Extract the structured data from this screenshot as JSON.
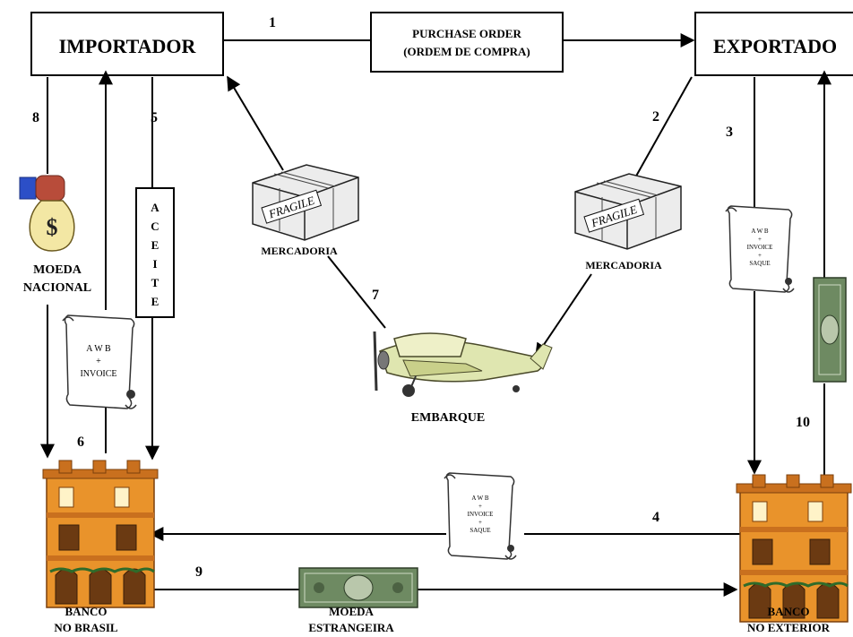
{
  "nodes": {
    "importador": {
      "label": "IMPORTADOR"
    },
    "exportador": {
      "label": "EXPORTADO"
    },
    "purchase_order": {
      "line1": "PURCHASE ORDER",
      "line2": "(ORDEM DE COMPRA)"
    },
    "aceite": {
      "letters": [
        "A",
        "C",
        "E",
        "I",
        "T",
        "E"
      ]
    },
    "banco_brasil": {
      "line1": "BANCO",
      "line2": "NO BRASIL"
    },
    "banco_exterior": {
      "line1": "BANCO",
      "line2": "NO EXTERIOR"
    }
  },
  "labels": {
    "moeda_nacional": {
      "line1": "MOEDA",
      "line2": "NACIONAL"
    },
    "moeda_estrangeira": {
      "line1": "MOEDA",
      "line2": "ESTRANGEIRA"
    },
    "mercadoria_left": "MERCADORIA",
    "mercadoria_right": "MERCADORIA",
    "embarque": "EMBARQUE",
    "fragile": "FRAGILE"
  },
  "documents": {
    "doc_left": [
      "A W B",
      "+",
      "INVOICE"
    ],
    "doc_right": [
      "A W B",
      "+",
      "INVOICE",
      "+",
      "SAQUE"
    ],
    "doc_center": [
      "A W B",
      "+",
      "INVOICE",
      "+",
      "SAQUE"
    ]
  },
  "steps": [
    "1",
    "2",
    "3",
    "4",
    "5",
    "6",
    "7",
    "8",
    "9",
    "10"
  ],
  "colors": {
    "line": "#000000",
    "building": "#e9932b",
    "roof": "#c9701e",
    "money_green": "#6e8a62",
    "plane": "#dfe6b0",
    "box": "#ececec"
  }
}
